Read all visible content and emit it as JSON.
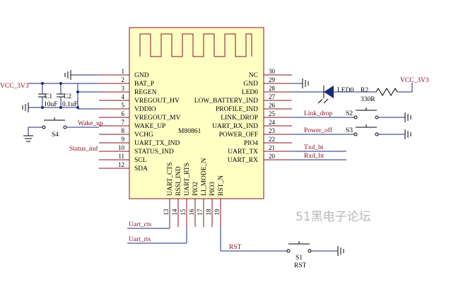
{
  "chip": {
    "name": "M80861",
    "left_pins": [
      {
        "num": "1",
        "label": "GND"
      },
      {
        "num": "2",
        "label": "BAT_P"
      },
      {
        "num": "3",
        "label": "REGEN"
      },
      {
        "num": "4",
        "label": "VREGOUT_HV"
      },
      {
        "num": "5",
        "label": "VDDIO"
      },
      {
        "num": "6",
        "label": "VREGOUT_MV"
      },
      {
        "num": "7",
        "label": "WAKE_UP"
      },
      {
        "num": "8",
        "label": "VCHG"
      },
      {
        "num": "9",
        "label": "UART_TX_IND"
      },
      {
        "num": "10",
        "label": "STATUS_IND"
      },
      {
        "num": "11",
        "label": "SCL"
      },
      {
        "num": "12",
        "label": "SDA"
      }
    ],
    "right_pins": [
      {
        "num": "30",
        "label": "NC"
      },
      {
        "num": "29",
        "label": "GND"
      },
      {
        "num": "28",
        "label": "LED0"
      },
      {
        "num": "27",
        "label": "LOW_BATTERY_IND"
      },
      {
        "num": "26",
        "label": "PROFILE_IND"
      },
      {
        "num": "25",
        "label": "LINK_DROP"
      },
      {
        "num": "24",
        "label": "UART_RX_IND"
      },
      {
        "num": "23",
        "label": "POWER_OFF"
      },
      {
        "num": "22",
        "label": "PIO4"
      },
      {
        "num": "21",
        "label": "UART_TX"
      },
      {
        "num": "20",
        "label": "UART_RX"
      }
    ],
    "bottom_pins": [
      {
        "num": "13",
        "label": "UART_CTS"
      },
      {
        "num": "14",
        "label": "RSSI_IND"
      },
      {
        "num": "15",
        "label": "UART_RTS"
      },
      {
        "num": "16",
        "label": "PIO2"
      },
      {
        "num": "17",
        "label": "LI_MODE_N"
      },
      {
        "num": "18",
        "label": "PIO3"
      },
      {
        "num": "19",
        "label": "RST_N"
      }
    ]
  },
  "nets": {
    "vcc_left": "VCC_3V3",
    "vcc_right": "VCC_3V3",
    "wake_up": "Wake_up",
    "status_ind": "Status_ind",
    "link_drop": "Link_drop",
    "power_off": "Power_off",
    "txd": "Txd_bt",
    "rxd": "Rxd_bt",
    "uart_cts": "Uart_cts",
    "uart_rts": "Uart_rts",
    "rst": "RST"
  },
  "components": {
    "c1": {
      "ref": "C1",
      "value": "10uF"
    },
    "c2": {
      "ref": "C2",
      "value": "0.1uF"
    },
    "s4": {
      "ref": "S4"
    },
    "s2": {
      "ref": "S2"
    },
    "s3": {
      "ref": "S3"
    },
    "s1": {
      "ref": "S1",
      "value": "RST"
    },
    "led": {
      "ref": "LED0"
    },
    "r2": {
      "ref": "R2",
      "value": "330R"
    }
  },
  "watermark": "51黑电子论坛"
}
